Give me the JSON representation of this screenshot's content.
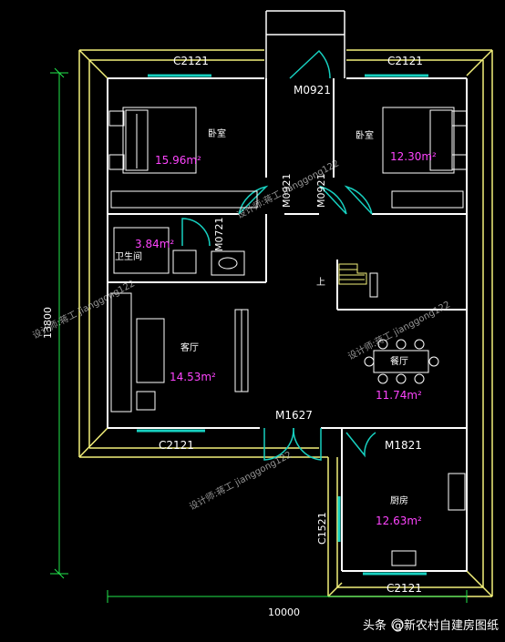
{
  "plan": {
    "windows": {
      "top_left": "C2121",
      "top_right": "C2121",
      "bottom_left": "C2121",
      "bottom_kitchen": "C2121",
      "kitchen_side": "C1521"
    },
    "doors": {
      "top_entry": "M0921",
      "left_bedroom": "M0921",
      "right_bedroom": "M0921",
      "bathroom": "M0721",
      "main": "M1627",
      "kitchen": "M1821"
    },
    "rooms": {
      "bedroom_left": {
        "name": "卧室",
        "area": "15.96m²"
      },
      "bedroom_right": {
        "name": "卧室",
        "area": "12.30m²"
      },
      "bathroom": {
        "name": "卫生间",
        "area": "3.84m²"
      },
      "living": {
        "name": "客厅",
        "area": "14.53m²"
      },
      "dining": {
        "name": "餐厅",
        "area": "11.74m²"
      },
      "kitchen": {
        "name": "厨房",
        "area": "12.63m²"
      }
    },
    "stair_label": "上",
    "dimensions": {
      "width": "10000",
      "height": "13800"
    },
    "watermark": "设计师:蒋工 jianggong122",
    "footer": {
      "left": "头条",
      "right": "@新农村自建房图纸"
    }
  },
  "colors": {
    "background": "#000000",
    "wall": "#ffffff",
    "outline": "#f2ef7a",
    "dimension": "#22e64d",
    "window": "#17d0c0",
    "area_text": "#ff44ff"
  }
}
